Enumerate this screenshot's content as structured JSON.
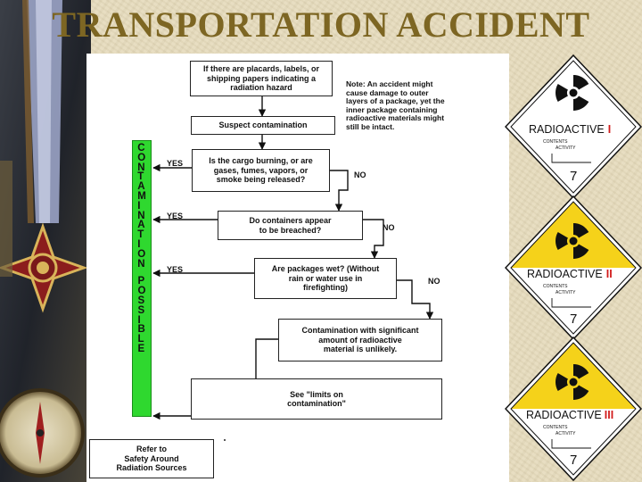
{
  "title": "TRANSPORTATION ACCIDENT",
  "flowchart": {
    "start_box": "If there are placards, labels, or\nshipping papers indicating a\nradiation hazard",
    "suspect_box": "Suspect contamination",
    "note": "Note: An accident might\ncause damage to outer\nlayers of a package, yet the\ninner package containing\nradioactive materials might\nstill be intact.",
    "q1": "Is the cargo burning, or are\ngases, fumes, vapors, or\nsmoke being released?",
    "q2": "Do containers appear\nto be breached?",
    "q3": "Are packages wet? (Without\nrain or water use in\nfirefighting)",
    "unlikely_box": "Contamination with significant\namount of radioactive\nmaterial is unlikely.",
    "limits_box": "See \"limits on\ncontamination\"",
    "refer_box": "Refer to\nSafety Around\nRadiation Sources",
    "yes": "YES",
    "no": "NO",
    "contamination_letters": [
      "C",
      "O",
      "N",
      "T",
      "A",
      "M",
      "I",
      "N",
      "A",
      "T",
      "I",
      "O",
      "N"
    ],
    "possible_letters": [
      "P",
      "O",
      "S",
      "S",
      "I",
      "B",
      "L",
      "E"
    ]
  },
  "placards": [
    {
      "label": "RADIOACTIVE",
      "numeral": "I",
      "contents": "CONTENTS",
      "activity": "ACTIVITY",
      "class": "7",
      "top_color": "#ffffff",
      "numeral_color": "#d11b1b"
    },
    {
      "label": "RADIOACTIVE",
      "numeral": "II",
      "contents": "CONTENTS",
      "activity": "ACTIVITY",
      "class": "7",
      "top_color": "#f5d21a",
      "numeral_color": "#d11b1b"
    },
    {
      "label": "RADIOACTIVE",
      "numeral": "III",
      "contents": "CONTENTS",
      "activity": "ACTIVITY",
      "class": "7",
      "top_color": "#f5d21a",
      "numeral_color": "#d11b1b"
    }
  ],
  "colors": {
    "title": "#7d6623",
    "bar": "#2fd82f",
    "trefoil": "#111111"
  }
}
